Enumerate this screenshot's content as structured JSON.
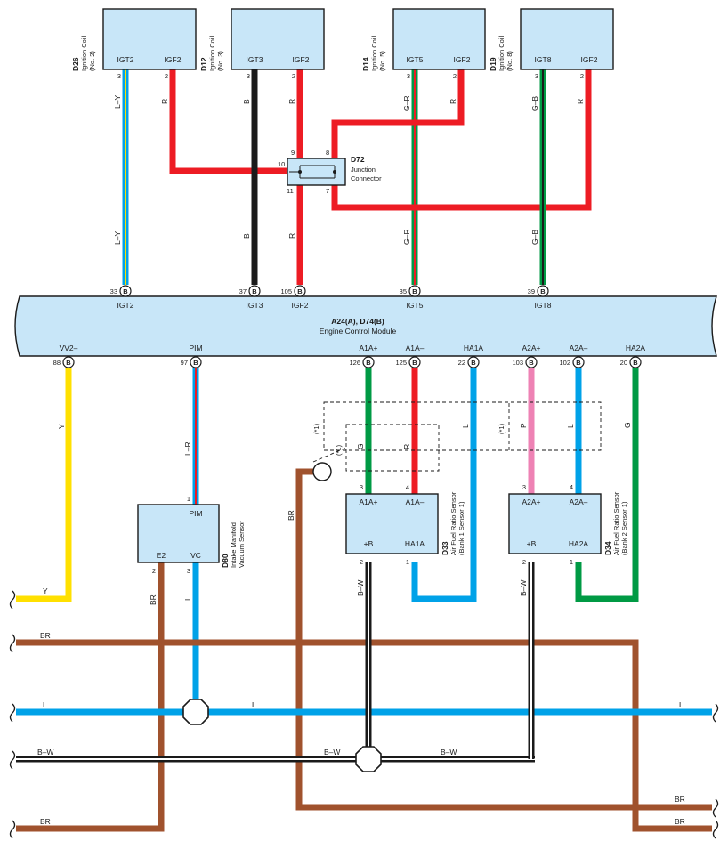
{
  "colors": {
    "blue": "#00a2e8",
    "red": "#ed1c24",
    "black": "#1a1a1a",
    "green": "#009a44",
    "brown": "#a0522d",
    "yellow": "#ffe000",
    "pink": "#ee82b4",
    "yellow_green": "#b6d400",
    "component_fill": "#c8e6f8"
  },
  "ignition_coils": [
    {
      "id": "D26",
      "name": "Ignition Coil",
      "number": "(No. 2)",
      "pins": [
        "IGT2",
        "IGF2"
      ],
      "pin_numbers": [
        "3",
        "2"
      ],
      "wires": [
        "L–Y",
        "R"
      ]
    },
    {
      "id": "D12",
      "name": "Ignition Coil",
      "number": "(No. 3)",
      "pins": [
        "IGT3",
        "IGF2"
      ],
      "pin_numbers": [
        "3",
        "2"
      ],
      "wires": [
        "B",
        "R"
      ]
    },
    {
      "id": "D14",
      "name": "Ignition Coil",
      "number": "(No. 5)",
      "pins": [
        "IGT5",
        "IGF2"
      ],
      "pin_numbers": [
        "3",
        "2"
      ],
      "wires": [
        "G–R",
        "R"
      ]
    },
    {
      "id": "D19",
      "name": "Ignition Coil",
      "number": "(No. 8)",
      "pins": [
        "IGT8",
        "IGF2"
      ],
      "pin_numbers": [
        "3",
        "2"
      ],
      "wires": [
        "G–B",
        "R"
      ]
    }
  ],
  "junction": {
    "id": "D72",
    "name": "Junction",
    "name2": "Connector",
    "pins": [
      "9",
      "8",
      "10",
      "11",
      "7"
    ]
  },
  "ecm": {
    "id": "A24(A), D74(B)",
    "name": "Engine Control Module",
    "top_pins": [
      {
        "num": "33",
        "conn": "B",
        "label": "IGT2"
      },
      {
        "num": "37",
        "conn": "B",
        "label": "IGT3"
      },
      {
        "num": "105",
        "conn": "B",
        "label": "IGF2"
      },
      {
        "num": "35",
        "conn": "B",
        "label": "IGT5"
      },
      {
        "num": "39",
        "conn": "B",
        "label": "IGT8"
      }
    ],
    "bottom_pins": [
      {
        "num": "88",
        "conn": "B",
        "label": "VV2–"
      },
      {
        "num": "97",
        "conn": "B",
        "label": "PIM"
      },
      {
        "num": "126",
        "conn": "B",
        "label": "A1A+"
      },
      {
        "num": "125",
        "conn": "B",
        "label": "A1A–"
      },
      {
        "num": "22",
        "conn": "B",
        "label": "HA1A"
      },
      {
        "num": "103",
        "conn": "B",
        "label": "A2A+"
      },
      {
        "num": "102",
        "conn": "B",
        "label": "A2A–"
      },
      {
        "num": "20",
        "conn": "B",
        "label": "HA2A"
      }
    ]
  },
  "wire_labels_lower": {
    "y": "Y",
    "lr": "L–R",
    "g": "G",
    "r": "R",
    "l": "L",
    "p": "P",
    "br": "BR",
    "bw": "B–W"
  },
  "note": "(*1)",
  "vacuum_sensor": {
    "id": "D80",
    "name": "Intake Manifold",
    "name2": "Vacuum Sensor",
    "pin_top": "PIM",
    "pin_top_num": "1",
    "pins_bottom": [
      "E2",
      "VC"
    ],
    "pins_bottom_num": [
      "2",
      "3"
    ]
  },
  "af_sensor_1": {
    "id": "D33",
    "name": "Air Fuel Ratio Sensor",
    "name2": "(Bank 1 Sensor 1)",
    "pins_top": [
      "A1A+",
      "A1A–"
    ],
    "pins_top_num": [
      "3",
      "4"
    ],
    "pins_bottom": [
      "+B",
      "HA1A"
    ],
    "pins_bottom_num": [
      "2",
      "1"
    ]
  },
  "af_sensor_2": {
    "id": "D34",
    "name": "Air Fuel Ratio Sensor",
    "name2": "(Bank 2 Sensor 1)",
    "pins_top": [
      "A2A+",
      "A2A–"
    ],
    "pins_top_num": [
      "3",
      "4"
    ],
    "pins_bottom": [
      "+B",
      "HA2A"
    ],
    "pins_bottom_num": [
      "2",
      "1"
    ]
  },
  "bus_labels": {
    "y": "Y",
    "br": "BR",
    "l": "L",
    "bw": "B–W"
  }
}
